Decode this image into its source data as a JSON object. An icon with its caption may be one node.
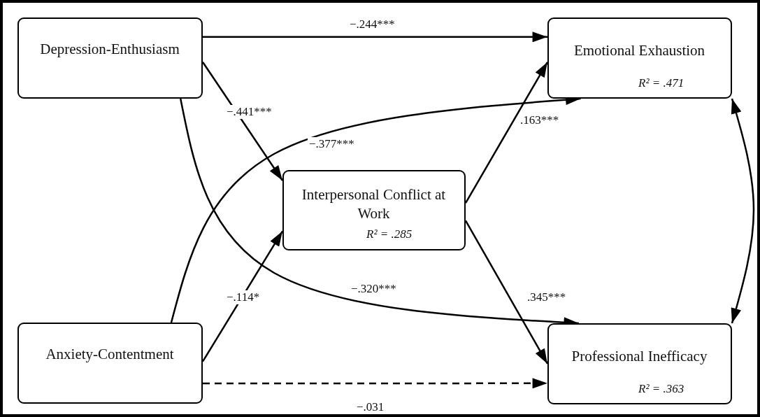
{
  "diagram": {
    "nodes": [
      {
        "text": [
          "Depression-Enthusiasm"
        ]
      },
      {
        "text": [
          "Interpersonal Conflict at Work",
          "R² = .285"
        ]
      },
      {
        "text": [
          "Emotional Exhaustion",
          "R² = .471"
        ]
      },
      {
        "text": [
          "Anxiety-Contentment"
        ]
      },
      {
        "text": [
          "Professional Inefficacy",
          "R² = .363"
        ]
      }
    ],
    "edges": [
      {
        "from": 0,
        "to": 2,
        "arrow": "to",
        "label": "−.244***"
      },
      {
        "from": 0,
        "to": 1,
        "arrow": "to",
        "label": "−.441***"
      },
      {
        "from": 0,
        "to": 4,
        "arrow": "to",
        "label": "−.320***"
      },
      {
        "from": 3,
        "to": 2,
        "arrow": "to",
        "label": "−.377***"
      },
      {
        "from": 1,
        "to": 2,
        "arrow": "to",
        "label": ".163***"
      },
      {
        "from": 1,
        "to": 4,
        "arrow": "to",
        "label": ".345***"
      },
      {
        "from": 3,
        "to": 1,
        "arrow": "to",
        "label": "−.114*"
      },
      {
        "from": 3,
        "to": 4,
        "arrow": "to",
        "label": "−.031",
        "style": "dashed"
      },
      {
        "from": 2,
        "to": 4,
        "arrow": "both"
      }
    ]
  }
}
